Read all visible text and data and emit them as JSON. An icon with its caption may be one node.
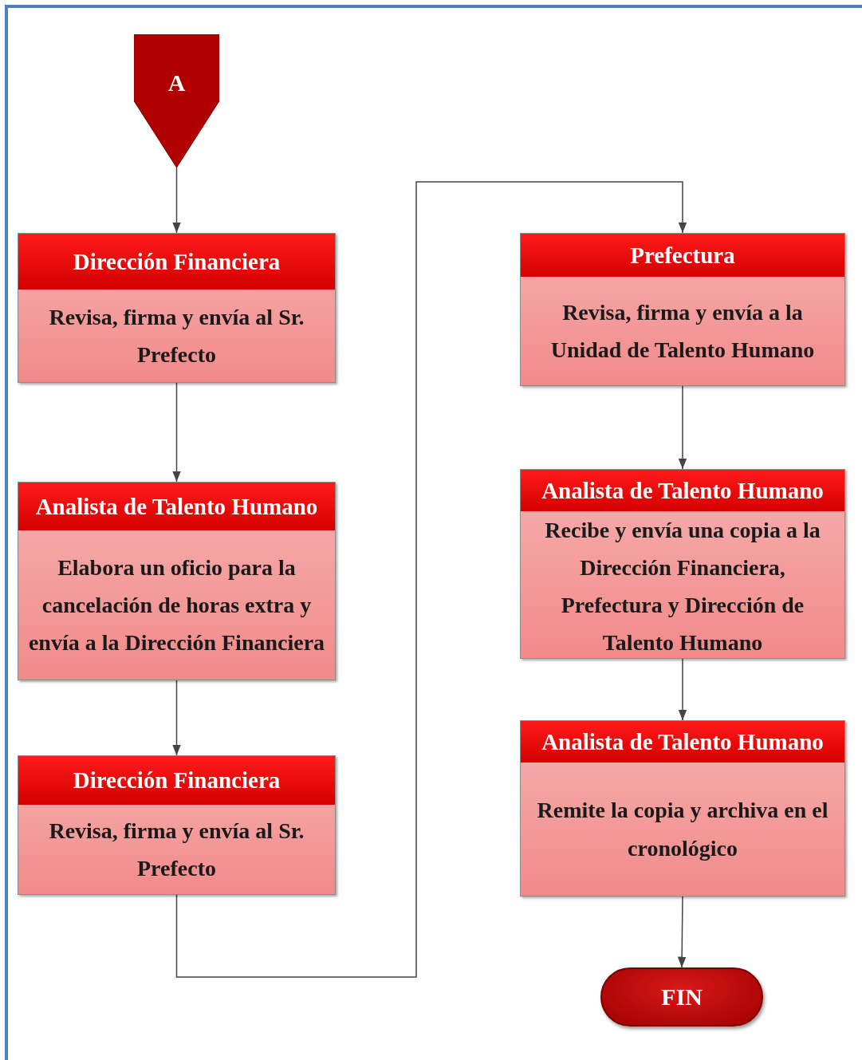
{
  "diagram": {
    "nodes": [
      {
        "text": [
          "A"
        ]
      },
      {
        "text": [
          "Dirección Financiera",
          "Revisa, firma y envía al Sr. Prefecto"
        ]
      },
      {
        "text": [
          "Analista de Talento Humano",
          "Elabora un oficio para la cancelación de horas extra y envía a la Dirección Financiera"
        ]
      },
      {
        "text": [
          "Dirección Financiera",
          "Revisa, firma y envía al Sr. Prefecto"
        ]
      },
      {
        "text": [
          "Prefectura",
          "Revisa, firma y envía a la Unidad de Talento Humano"
        ]
      },
      {
        "text": [
          "Analista de Talento Humano",
          "Recibe y envía una copia a la Dirección Financiera, Prefectura y Dirección de Talento Humano"
        ]
      },
      {
        "text": [
          "Analista de Talento Humano",
          "Remite la copia y archiva en el cronológico"
        ]
      },
      {
        "text": [
          "FIN"
        ]
      }
    ],
    "edges": [
      {
        "from": 0,
        "to": 1,
        "arrow": "to"
      },
      {
        "from": 1,
        "to": 2,
        "arrow": "to"
      },
      {
        "from": 2,
        "to": 3,
        "arrow": "to"
      },
      {
        "from": 3,
        "to": 4,
        "arrow": "to"
      },
      {
        "from": 4,
        "to": 5,
        "arrow": "to"
      },
      {
        "from": 5,
        "to": 6,
        "arrow": "to"
      },
      {
        "from": 6,
        "to": 7,
        "arrow": "to"
      }
    ]
  }
}
